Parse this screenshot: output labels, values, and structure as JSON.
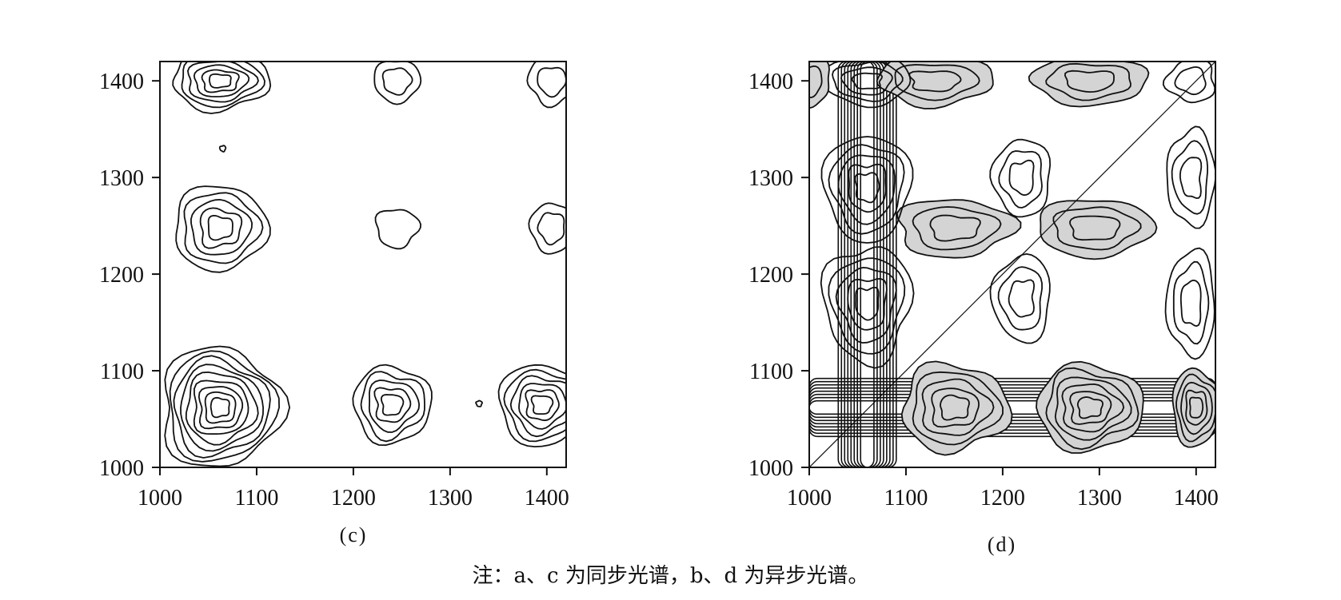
{
  "chart_data": [
    {
      "type": "contour",
      "panel_label": "(c)",
      "title": "",
      "xlabel": "",
      "ylabel": "",
      "xlim": [
        1000,
        1420
      ],
      "ylim": [
        1000,
        1420
      ],
      "x_ticks": [
        1000,
        1100,
        1200,
        1300,
        1400
      ],
      "y_ticks": [
        1000,
        1100,
        1200,
        1300,
        1400
      ],
      "shaded": false,
      "peaks": [
        {
          "x": 1062,
          "y": 1062,
          "rx": 62,
          "ry": 62,
          "levels": 9
        },
        {
          "x": 1062,
          "y": 1248,
          "rx": 48,
          "ry": 44,
          "levels": 5
        },
        {
          "x": 1062,
          "y": 1400,
          "rx": 50,
          "ry": 30,
          "levels": 6
        },
        {
          "x": 1240,
          "y": 1065,
          "rx": 40,
          "ry": 40,
          "levels": 5
        },
        {
          "x": 1395,
          "y": 1065,
          "rx": 45,
          "ry": 42,
          "levels": 6
        },
        {
          "x": 1245,
          "y": 1248,
          "rx": 22,
          "ry": 20,
          "levels": 1
        },
        {
          "x": 1245,
          "y": 1400,
          "rx": 24,
          "ry": 22,
          "levels": 2
        },
        {
          "x": 1405,
          "y": 1400,
          "rx": 24,
          "ry": 24,
          "levels": 2
        },
        {
          "x": 1405,
          "y": 1248,
          "rx": 22,
          "ry": 26,
          "levels": 2
        },
        {
          "x": 1330,
          "y": 1066,
          "rx": 3,
          "ry": 3,
          "levels": 1
        },
        {
          "x": 1065,
          "y": 1330,
          "rx": 3,
          "ry": 3,
          "levels": 1
        }
      ]
    },
    {
      "type": "contour",
      "panel_label": "(d)",
      "title": "",
      "xlabel": "",
      "ylabel": "",
      "xlim": [
        1000,
        1420
      ],
      "ylim": [
        1000,
        1420
      ],
      "x_ticks": [
        1000,
        1100,
        1200,
        1300,
        1400
      ],
      "y_ticks": [
        1000,
        1100,
        1200,
        1300,
        1400
      ],
      "shaded": true,
      "bands": [
        {
          "orientation": "vertical",
          "center": 1060,
          "halfwidth": 30,
          "from": 1000,
          "to": 1420
        },
        {
          "orientation": "horizontal",
          "center": 1062,
          "halfwidth": 30,
          "from": 1000,
          "to": 1420
        }
      ],
      "peaks": [
        {
          "x": 1150,
          "y": 1062,
          "rx": 55,
          "ry": 45,
          "levels": 5,
          "fill": true
        },
        {
          "x": 1290,
          "y": 1062,
          "rx": 55,
          "ry": 45,
          "levels": 6,
          "fill": true
        },
        {
          "x": 1400,
          "y": 1062,
          "rx": 25,
          "ry": 40,
          "levels": 5,
          "fill": true
        },
        {
          "x": 1150,
          "y": 1248,
          "rx": 60,
          "ry": 30,
          "levels": 3,
          "fill": true
        },
        {
          "x": 1295,
          "y": 1248,
          "rx": 60,
          "ry": 30,
          "levels": 3,
          "fill": true
        },
        {
          "x": 1130,
          "y": 1400,
          "rx": 60,
          "ry": 25,
          "levels": 3,
          "fill": true
        },
        {
          "x": 1290,
          "y": 1400,
          "rx": 60,
          "ry": 25,
          "levels": 3,
          "fill": true
        },
        {
          "x": 1060,
          "y": 1290,
          "rx": 45,
          "ry": 55,
          "levels": 5,
          "fill": false
        },
        {
          "x": 1060,
          "y": 1170,
          "rx": 45,
          "ry": 60,
          "levels": 5,
          "fill": false
        },
        {
          "x": 1060,
          "y": 1400,
          "rx": 45,
          "ry": 25,
          "levels": 4,
          "fill": false
        },
        {
          "x": 1000,
          "y": 1400,
          "rx": 22,
          "ry": 25,
          "levels": 2,
          "fill": true
        },
        {
          "x": 1220,
          "y": 1300,
          "rx": 30,
          "ry": 40,
          "levels": 3,
          "fill": false
        },
        {
          "x": 1220,
          "y": 1175,
          "rx": 30,
          "ry": 45,
          "levels": 3,
          "fill": false
        },
        {
          "x": 1395,
          "y": 1300,
          "rx": 25,
          "ry": 50,
          "levels": 3,
          "fill": false
        },
        {
          "x": 1395,
          "y": 1170,
          "rx": 25,
          "ry": 55,
          "levels": 3,
          "fill": false
        },
        {
          "x": 1395,
          "y": 1400,
          "rx": 25,
          "ry": 22,
          "levels": 2,
          "fill": false
        }
      ]
    }
  ],
  "note": "注：a、c 为同步光谱，b、d 为异步光谱。",
  "colors": {
    "ink": "#111111",
    "shade": "#d4d4d4",
    "background": "#ffffff"
  }
}
